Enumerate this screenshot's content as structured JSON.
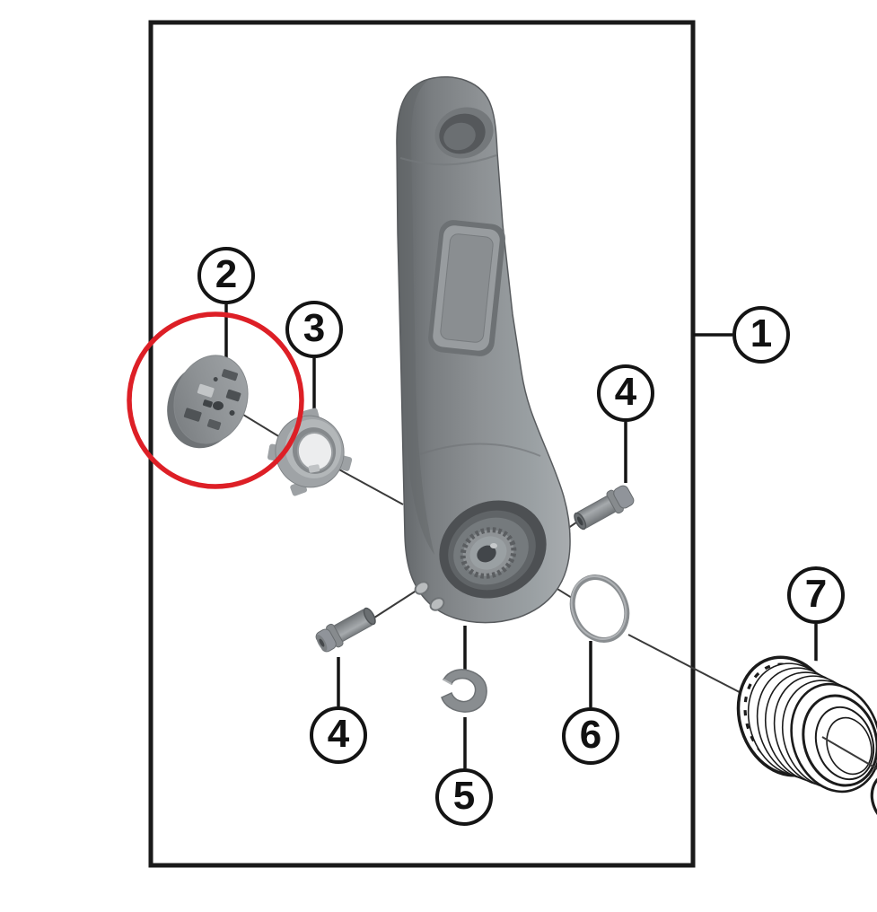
{
  "figure": {
    "callouts": [
      {
        "label": "1"
      },
      {
        "label": "2"
      },
      {
        "label": "3"
      },
      {
        "label": "4"
      },
      {
        "label": "4"
      },
      {
        "label": "5"
      },
      {
        "label": "6"
      },
      {
        "label": "7"
      }
    ],
    "colors": {
      "highlight_red": "#dd1f26",
      "frame_black": "#1a1a1a",
      "line_black": "#1b1b1b",
      "leader_gray": "#3a3a3a",
      "part_gray": "#8f9396",
      "background": "#ffffff"
    }
  }
}
